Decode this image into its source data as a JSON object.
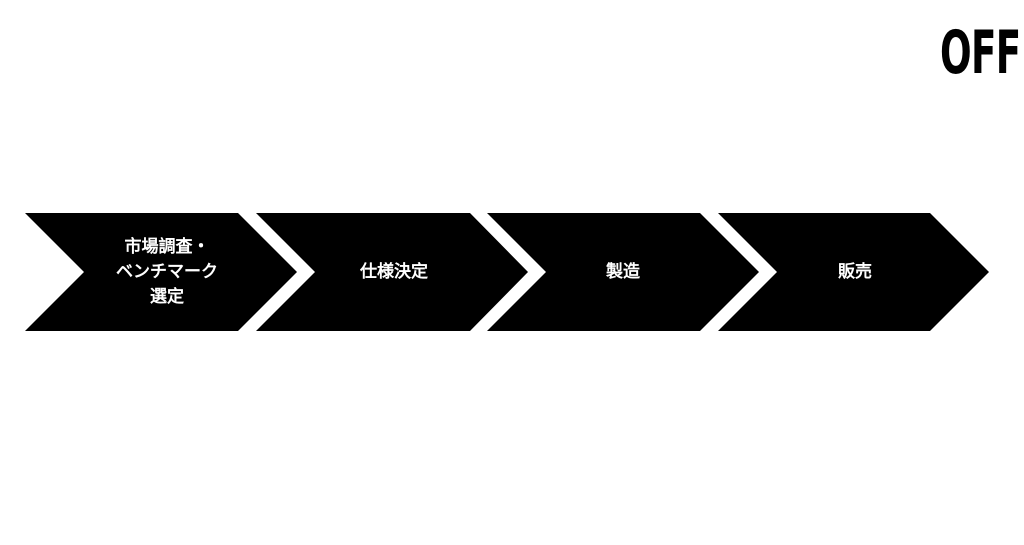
{
  "header": {
    "status_label": "OFF"
  },
  "process": {
    "fill_color": "#000000",
    "text_color": "#ffffff",
    "steps": [
      {
        "lines": [
          "市場調査・",
          "ベンチマーク",
          "選定"
        ]
      },
      {
        "lines": [
          "仕様決定"
        ]
      },
      {
        "lines": [
          "製造"
        ]
      },
      {
        "lines": [
          "販売"
        ]
      }
    ]
  }
}
